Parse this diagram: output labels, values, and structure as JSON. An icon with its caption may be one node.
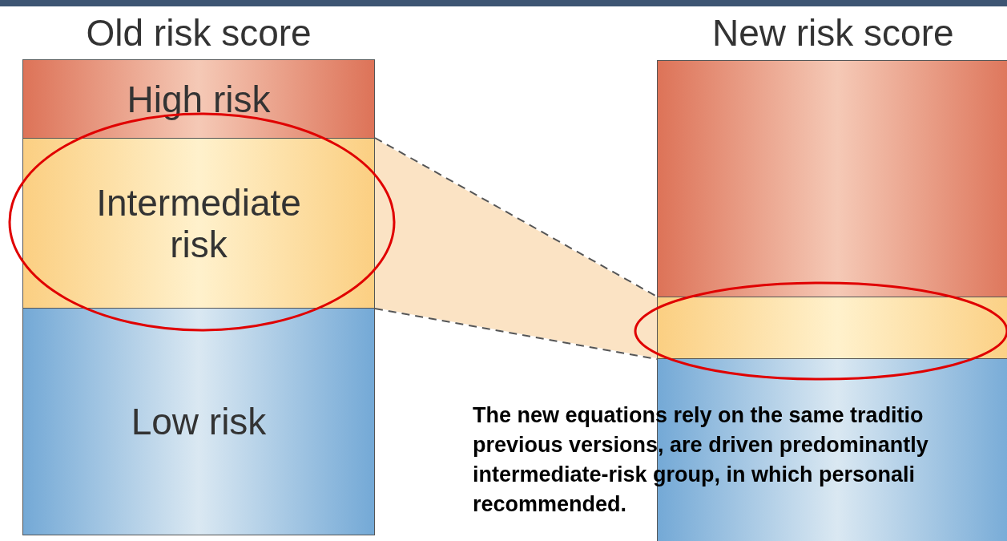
{
  "diagram": {
    "nodes": [
      {
        "text": [
          "High risk"
        ]
      },
      {
        "text": [
          "Intermediate risk"
        ]
      },
      {
        "text": [
          "Low risk"
        ]
      },
      {
        "text": [],
        "shape": "box"
      },
      {
        "text": [],
        "shape": "box"
      },
      {
        "text": [],
        "shape": "box"
      }
    ],
    "edges": [
      {
        "from": 1,
        "to": 4,
        "arrow": "none",
        "style": "dashed"
      }
    ],
    "labels": [
      "Old risk score",
      "New risk score",
      "The new equations rely on the same traditio previous versions, are driven predominantly intermediate-risk group, in which personali recommended."
    ]
  }
}
